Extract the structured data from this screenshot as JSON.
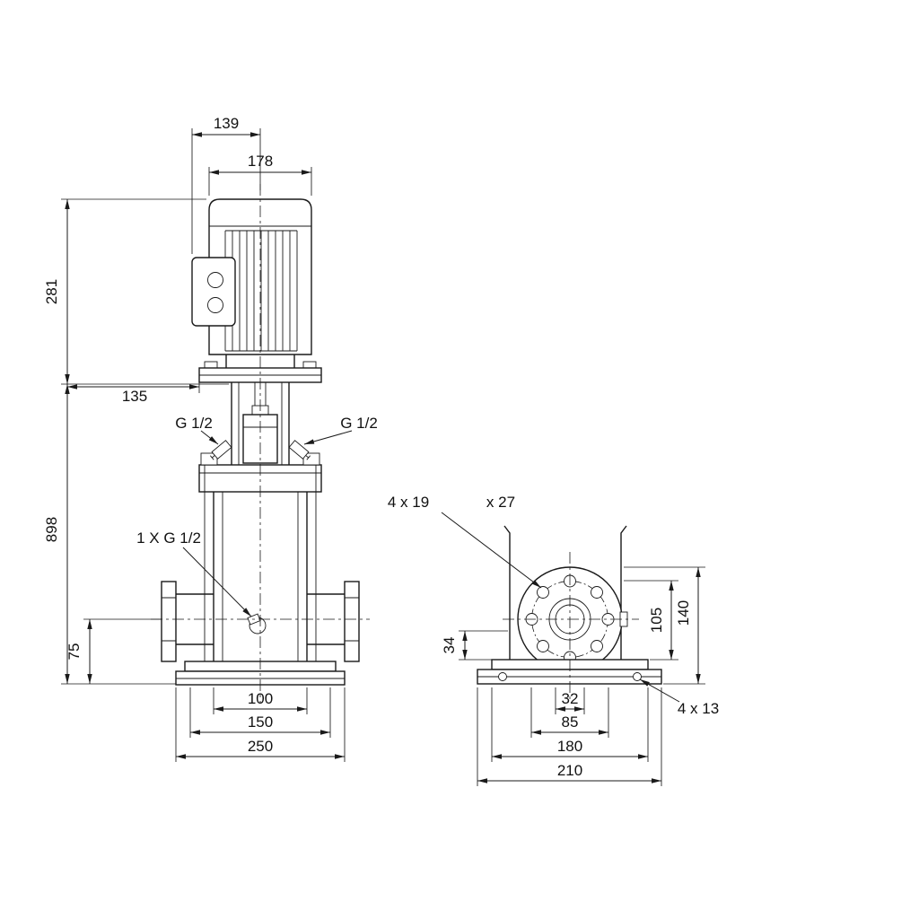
{
  "front_view": {
    "dims": {
      "terminal_box_to_center": "139",
      "motor_diameter": "178",
      "motor_height": "281",
      "motor_depth": "135",
      "total_height": "898",
      "port_to_base": "75",
      "base_width_inner": "100",
      "base_width_mid": "150",
      "base_width_outer": "250"
    },
    "labels": {
      "gauge_port_left": "G 1/2",
      "gauge_port_right": "G 1/2",
      "drain_port": "1 X G 1/2"
    }
  },
  "side_view": {
    "dims": {
      "base_plate_height": "34",
      "bolt_circle_to_base": "105",
      "flange_top_to_base": "140",
      "port_bore": "32",
      "bolt_circle_diameter": "85",
      "base_length": "180",
      "base_overall_length": "210"
    },
    "labels": {
      "flange_holes": "4 x 19",
      "flange_counterbore": "x 27",
      "base_holes": "4 x 13"
    }
  }
}
